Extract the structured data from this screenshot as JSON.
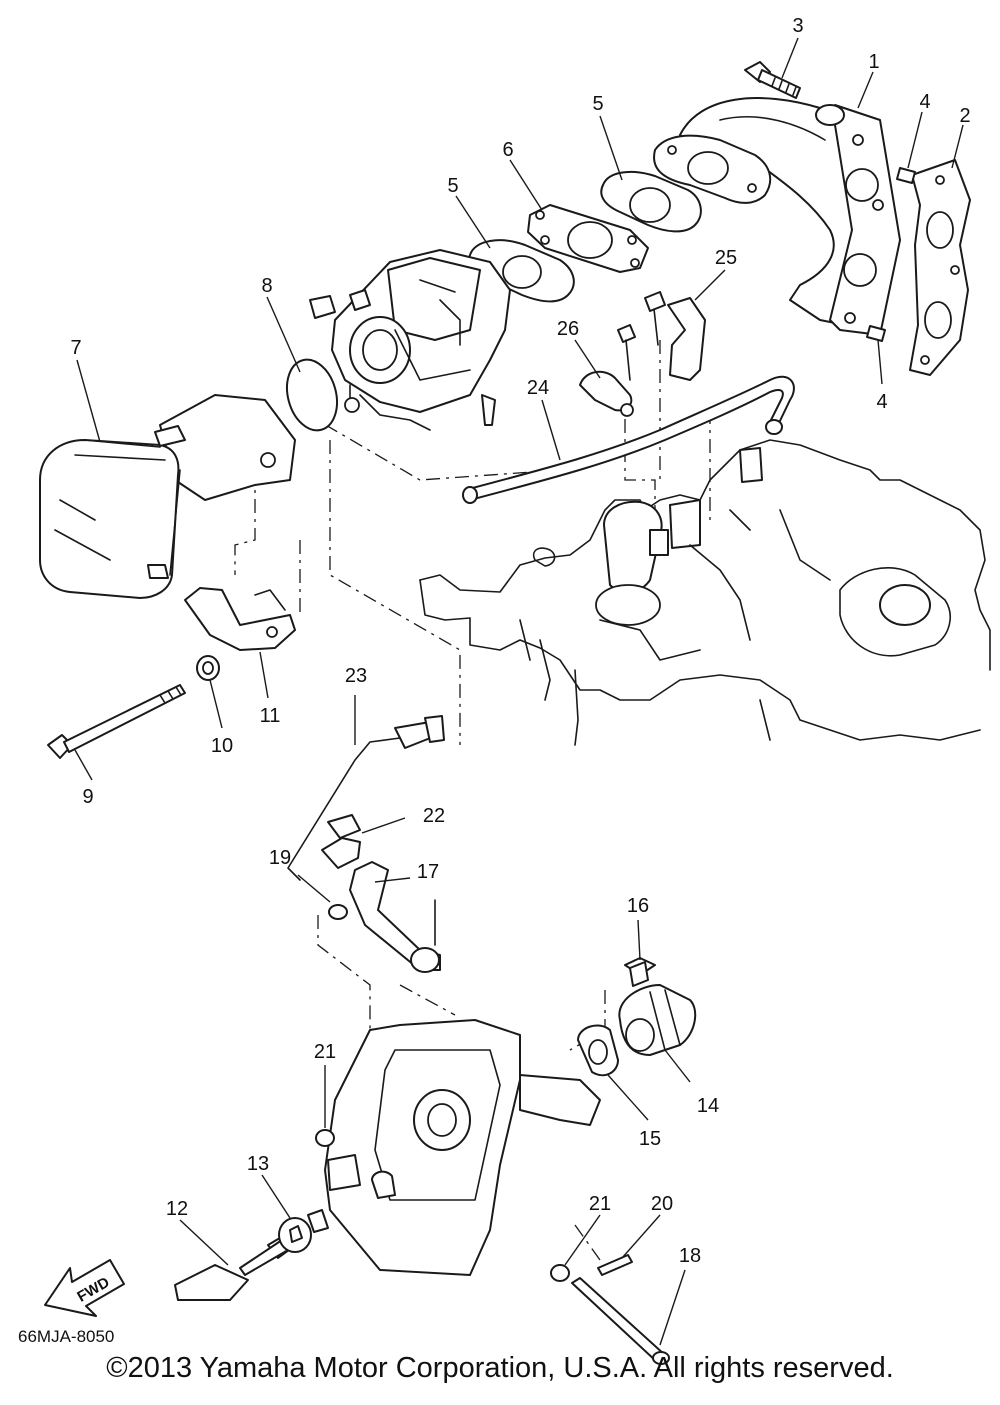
{
  "diagram": {
    "drawing_code": "66MJA-8050",
    "fwd_label": "FWD",
    "copyright": "©2013 Yamaha Motor Corporation, U.S.A. All rights reserved.",
    "callouts": {
      "c1": "1",
      "c2": "2",
      "c3": "3",
      "c4a": "4",
      "c4b": "4",
      "c5a": "5",
      "c5b": "5",
      "c6": "6",
      "c7": "7",
      "c8": "8",
      "c9": "9",
      "c10": "10",
      "c11": "11",
      "c12": "12",
      "c13": "13",
      "c14": "14",
      "c15": "15",
      "c16": "16",
      "c17": "17",
      "c18": "18",
      "c19": "19",
      "c20": "20",
      "c21a": "21",
      "c21b": "21",
      "c22": "22",
      "c23": "23",
      "c24": "24",
      "c25": "25",
      "c26": "26"
    }
  }
}
